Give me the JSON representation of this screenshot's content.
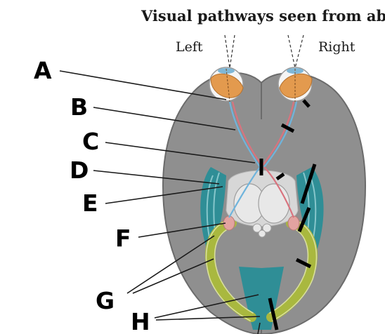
{
  "title": "Visual pathways seen from above",
  "sides": {
    "left": "Left",
    "right": "Right"
  },
  "labels": [
    "A",
    "B",
    "C",
    "D",
    "E",
    "F",
    "G",
    "H"
  ],
  "colors": {
    "brain": "#8f8f8f",
    "brain_outline": "#6b6b6b",
    "eye_iris": "#e39a4e",
    "visual_cortex_teal": "#2f8e96",
    "radiation_green": "#a9b83f",
    "nerve_blue": "#6fb4dc",
    "nerve_red": "#d9737e",
    "lgn_pink": "#e3a3a0",
    "thalamus": "#d7d7d7",
    "lesion_bar": "#000000"
  }
}
